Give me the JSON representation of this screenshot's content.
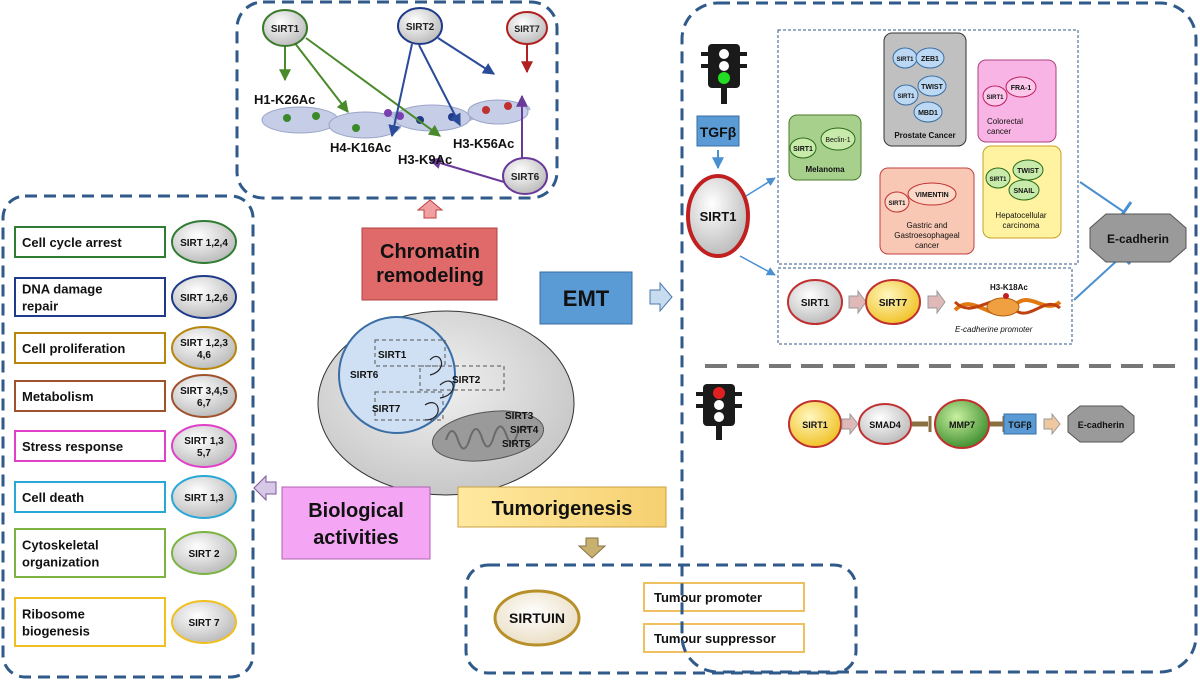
{
  "chromatin_panel": {
    "sirt1": "SIRT1",
    "sirt2": "SIRT2",
    "sirt7": "SIRT7",
    "sirt6": "SIRT6",
    "h1": "H1-K26Ac",
    "h4": "H4-K16Ac",
    "h3k9": "H3-K9Ac",
    "h3k56": "H3-K56Ac"
  },
  "center": {
    "chromatin_line1": "Chromatin",
    "chromatin_line2": "remodeling",
    "emt": "EMT",
    "bio_line1": "Biological",
    "bio_line2": "activities",
    "tumorigenesis": "Tumorigenesis",
    "cell": {
      "sirt1": "SIRT1",
      "sirt6": "SIRT6",
      "sirt2": "SIRT2",
      "sirt7": "SIRT7",
      "sirt3": "SIRT3",
      "sirt4": "SIRT4",
      "sirt5": "SIRT5"
    }
  },
  "biological_activities": [
    {
      "label": [
        "Cell cycle arrest"
      ],
      "sirt": [
        "SIRT 1,2,4"
      ],
      "color": "#2e7d32"
    },
    {
      "label": [
        "DNA damage",
        "repair"
      ],
      "sirt": [
        "SIRT 1,2,6"
      ],
      "color": "#1f3a8a"
    },
    {
      "label": [
        "Cell proliferation"
      ],
      "sirt": [
        "SIRT 1,2,3",
        "4,6"
      ],
      "color": "#b8860b"
    },
    {
      "label": [
        "Metabolism"
      ],
      "sirt": [
        "SIRT 3,4,5",
        "6,7"
      ],
      "color": "#a0522d"
    },
    {
      "label": [
        "Stress response"
      ],
      "sirt": [
        "SIRT 1,3",
        "5,7"
      ],
      "color": "#e040c8"
    },
    {
      "label": [
        "Cell death"
      ],
      "sirt": [
        "SIRT 1,3"
      ],
      "color": "#29a8d8"
    },
    {
      "label": [
        "Cytoskeletal",
        "organization"
      ],
      "sirt": [
        "SIRT 2"
      ],
      "color": "#7cb342"
    },
    {
      "label": [
        "Ribosome",
        "biogenesis"
      ],
      "sirt": [
        "SIRT 7"
      ],
      "color": "#f0c020"
    }
  ],
  "tumor_panel": {
    "sirtuin": "SIRTUIN",
    "promoter": "Tumour promoter",
    "suppressor": "Tumour suppressor"
  },
  "emt_panel": {
    "tgfb": "TGFβ",
    "sirt1": "SIRT1",
    "ecadherin": "E-cadherin",
    "melanoma": {
      "sirt1": "SIRT1",
      "partner": "Beclin-1",
      "name": "Melanoma"
    },
    "prostate": {
      "sirt1a": "SIRT1",
      "zeb1": "ZEB1",
      "sirt1b": "SIRT1",
      "twist": "TWIST",
      "mbd1": "MBD1",
      "name": "Prostate Cancer"
    },
    "colorectal": {
      "sirt1": "SIRT1",
      "partner": "FRA-1",
      "name1": "Colorectal",
      "name2": "cancer"
    },
    "gastric": {
      "sirt1": "SIRT1",
      "partner": "VIMENTIN",
      "name1": "Gastric and",
      "name2": "Gastroesophageal",
      "name3": "cancer"
    },
    "hepato": {
      "sirt1": "SIRT1",
      "twist": "TWIST",
      "snail": "SNAIL",
      "name1": "Hepatocellular",
      "name2": "carcinoma"
    },
    "promoter_row": {
      "sirt1": "SIRT1",
      "sirt7": "SIRT7",
      "h3k18": "H3-K18Ac",
      "promoter": "E-cadherine promoter"
    },
    "bottom_row": {
      "sirt1": "SIRT1",
      "smad4": "SMAD4",
      "mmp7": "MMP7",
      "tgfb": "TGFβ",
      "ecad": "E-cadherin"
    }
  }
}
